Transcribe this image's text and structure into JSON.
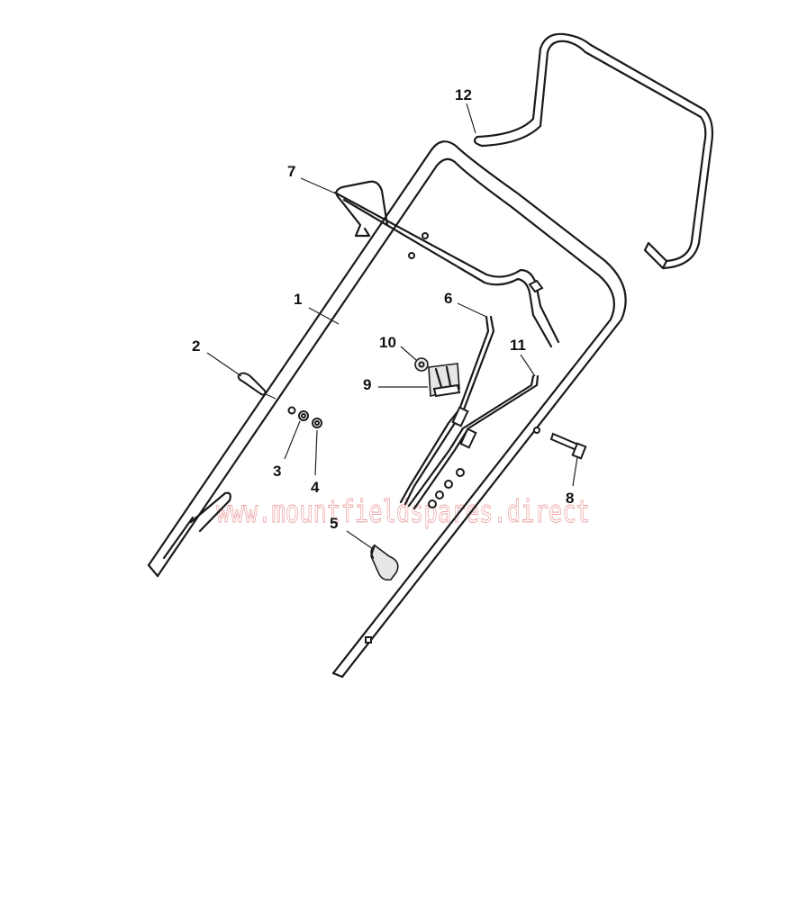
{
  "watermark": "www.mountfieldspares.direct",
  "callouts": [
    {
      "id": "1",
      "label": "1"
    },
    {
      "id": "2",
      "label": "2"
    },
    {
      "id": "3",
      "label": "3"
    },
    {
      "id": "4",
      "label": "4"
    },
    {
      "id": "5",
      "label": "5"
    },
    {
      "id": "6",
      "label": "6"
    },
    {
      "id": "7",
      "label": "7"
    },
    {
      "id": "8",
      "label": "8"
    },
    {
      "id": "9",
      "label": "9"
    },
    {
      "id": "10",
      "label": "10"
    },
    {
      "id": "11",
      "label": "11"
    },
    {
      "id": "12",
      "label": "12"
    }
  ]
}
